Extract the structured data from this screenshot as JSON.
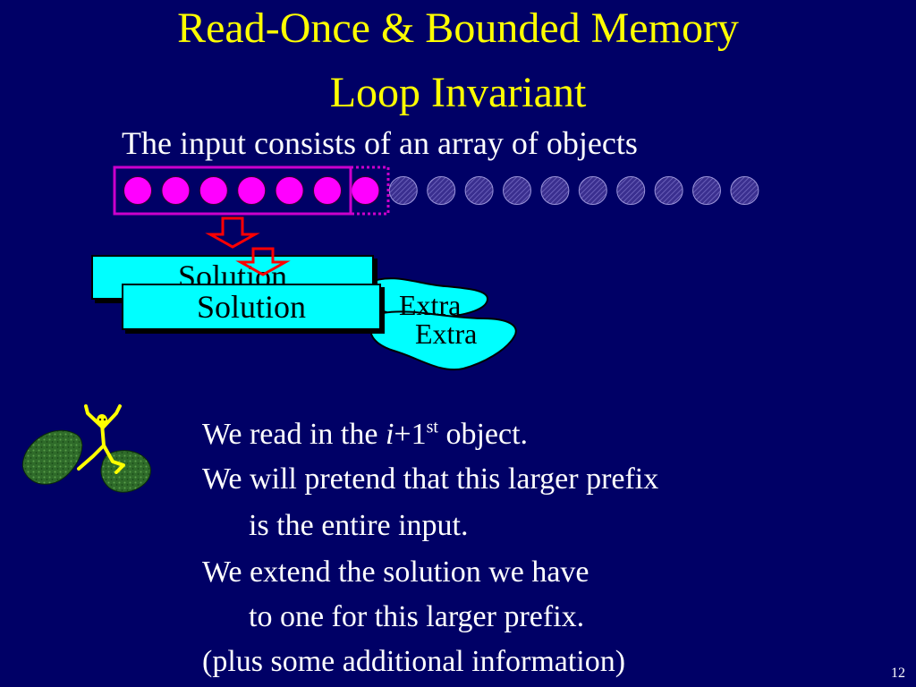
{
  "slide": {
    "title_line_1": "Read-Once & Bounded Memory",
    "title_line_2": "Loop Invariant",
    "subtitle": "The input consists of an array of objects",
    "slide_number": "12"
  },
  "diagram": {
    "objects_total": 17,
    "objects_read": 6,
    "objects_in_extended_prefix": 7,
    "colors": {
      "background": "#000066",
      "title": "#ffff00",
      "read_object": "#ff00ff",
      "unread_object": "#3a2f8f",
      "prefix_box": "#cc00cc",
      "arrow": "#ff0000",
      "label_fill": "#00ffff"
    },
    "solution_back_label": "Solution",
    "solution_front_label": "Solution",
    "extra_back_label": "Extra",
    "extra_front_label": "Extra"
  },
  "body": {
    "line_1_before": "We read in the ",
    "line_1_italic": "i",
    "line_1_plus": "+1",
    "line_1_sup": "st",
    "line_1_after": " object.",
    "line_2": "We will pretend that this larger prefix",
    "line_3": "is the entire input.",
    "line_4": "We extend the solution we have",
    "line_5": "to one for this larger prefix.",
    "line_6": "(plus some additional information)"
  },
  "icons": {
    "mascot": "frog-on-leaves-icon"
  }
}
